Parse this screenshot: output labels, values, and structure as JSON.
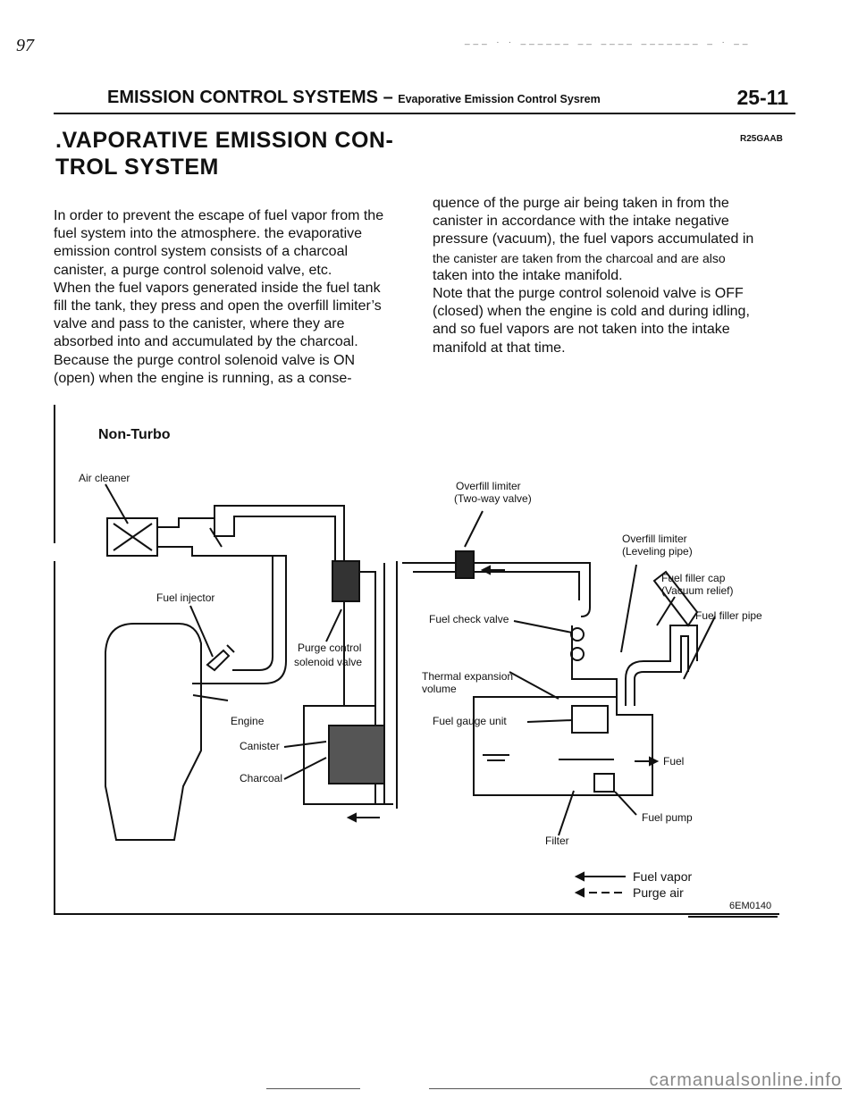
{
  "corner_mark": "97",
  "top_specks": "___ . .  ______ __ ____ _______ _ .  __",
  "header": {
    "section": "EMISSION CONTROL SYSTEMS",
    "dash": "–",
    "subsection": "Evaporative Emission Control Sysrem",
    "page_number": "25-11"
  },
  "title": {
    "line1": ".VAPORATIVE EMISSION CON-",
    "line2": "TROL SYSTEM",
    "code": "R25GAAB"
  },
  "body_left": [
    "In order to prevent the escape of fuel vapor from the",
    "fuel system into the atmosphere. the evaporative",
    "emission control system consists of a charcoal",
    "canister, a purge control solenoid valve, etc.",
    "When the fuel vapors generated inside the fuel tank",
    "fill the tank, they press and open the overfill limiter’s",
    "valve and pass to the canister, where they are",
    "absorbed into and accumulated by the charcoal.",
    "Because the purge control solenoid valve is ON",
    "(open) when the engine is running, as a conse-"
  ],
  "body_right": [
    "quence of the purge air being taken in from the",
    "canister in accordance with the intake negative",
    "pressure (vacuum), the fuel vapors accumulated in",
    "the canister are taken from the charcoal and are also",
    "taken into the intake manifold.",
    "Note that the purge control solenoid valve is OFF",
    "(closed) when the engine is cold and during idling,",
    "and so fuel vapors are not taken into the intake",
    "manifold at that time."
  ],
  "figure": {
    "heading": "Non-Turbo",
    "labels": {
      "air_cleaner": "Air cleaner",
      "fuel_injector": "Fuel injector",
      "purge_control_1": "Purge control",
      "purge_control_2": "solenoid valve",
      "engine": "Engine",
      "canister": "Canister",
      "charcoal": "Charcoal",
      "overfill_limiter_1": "Overfill limiter",
      "overfill_limiter_2": "(Two-way valve)",
      "overfill_leveling_1": "Overfill limiter",
      "overfill_leveling_2": "(Leveling pipe)",
      "fuel_filler_cap_1": "Fuel filler cap",
      "fuel_filler_cap_2": "(Vacuum relief)",
      "fuel_filler_pipe": "Fuel filler pipe",
      "fuel_check_valve": "Fuel check valve",
      "thermal_expansion_1": "Thermal expansion",
      "thermal_expansion_2": "volume",
      "fuel_gauge_unit": "Fuel gauge unit",
      "fuel": "Fuel",
      "fuel_pump": "Fuel pump",
      "filter": "Filter"
    },
    "legend": {
      "fuel_vapor": "Fuel vapor",
      "purge_air": "Purge air"
    },
    "code": "6EM0140"
  },
  "footer": "carmanualsonline.info"
}
